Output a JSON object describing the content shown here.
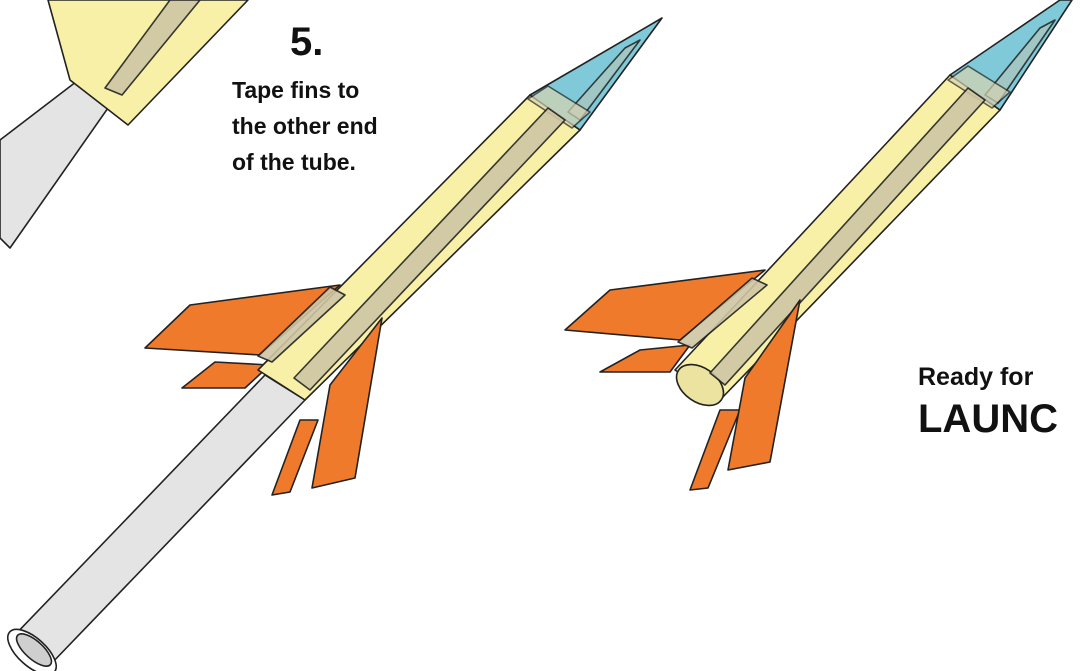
{
  "step": {
    "number": "5.",
    "instruction_lines": [
      "Tape fins to",
      "the other end",
      "of the tube."
    ]
  },
  "final": {
    "line1": "Ready for",
    "line2": "LAUNC"
  },
  "colors": {
    "body": "#f7f0a6",
    "nose": "#7fc9d8",
    "fin": "#f07a2c",
    "tape": "#cfc6a4",
    "tube": "#e4e4e4",
    "outline": "#222222"
  }
}
